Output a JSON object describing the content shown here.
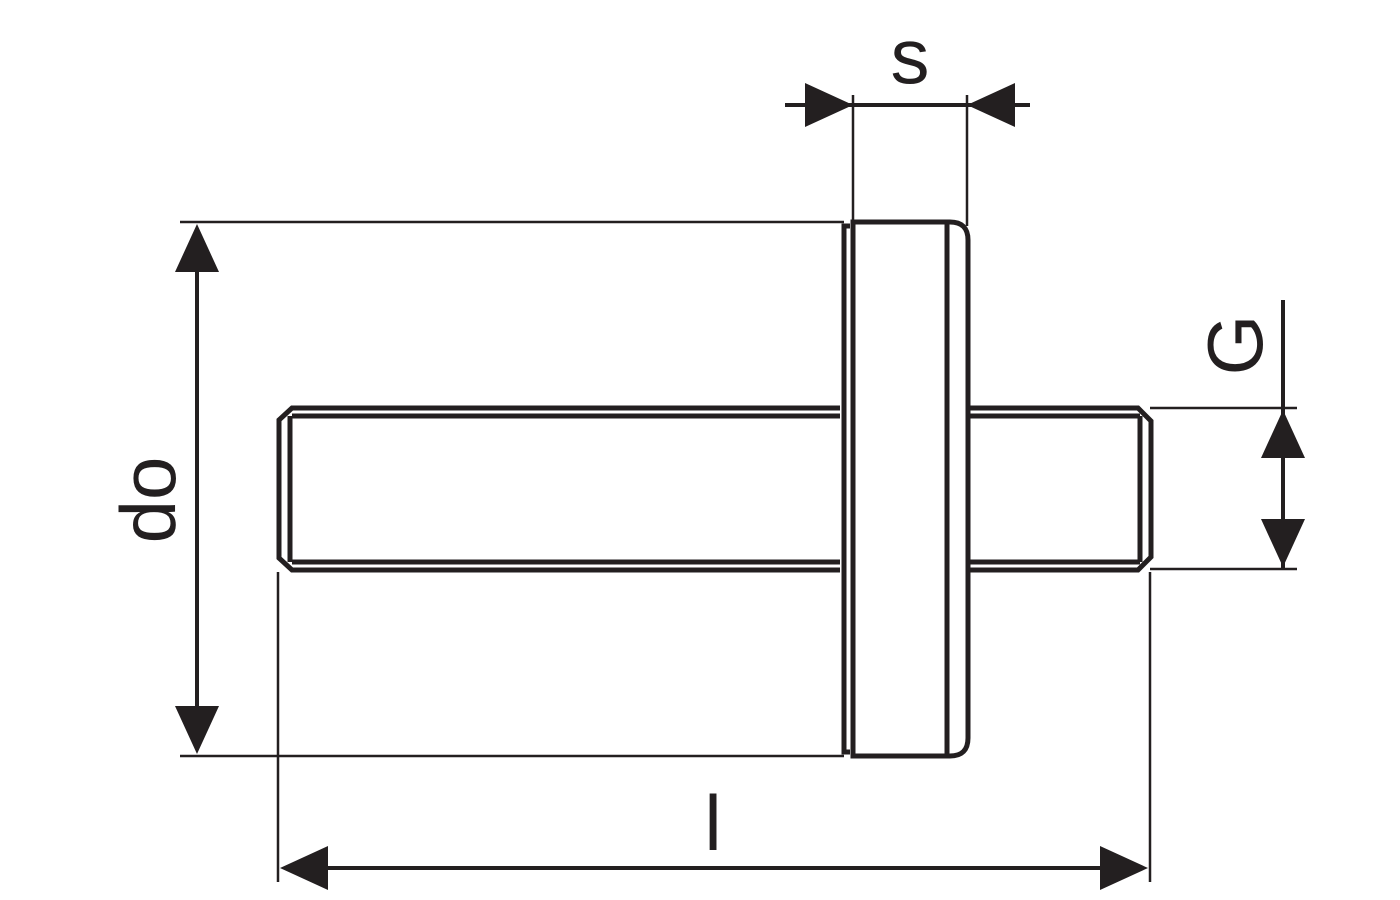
{
  "diagram": {
    "labels": {
      "s": "s",
      "do": "do",
      "G": "G",
      "l": "l"
    },
    "colors": {
      "line": "#231f20",
      "background": "#ffffff"
    }
  }
}
